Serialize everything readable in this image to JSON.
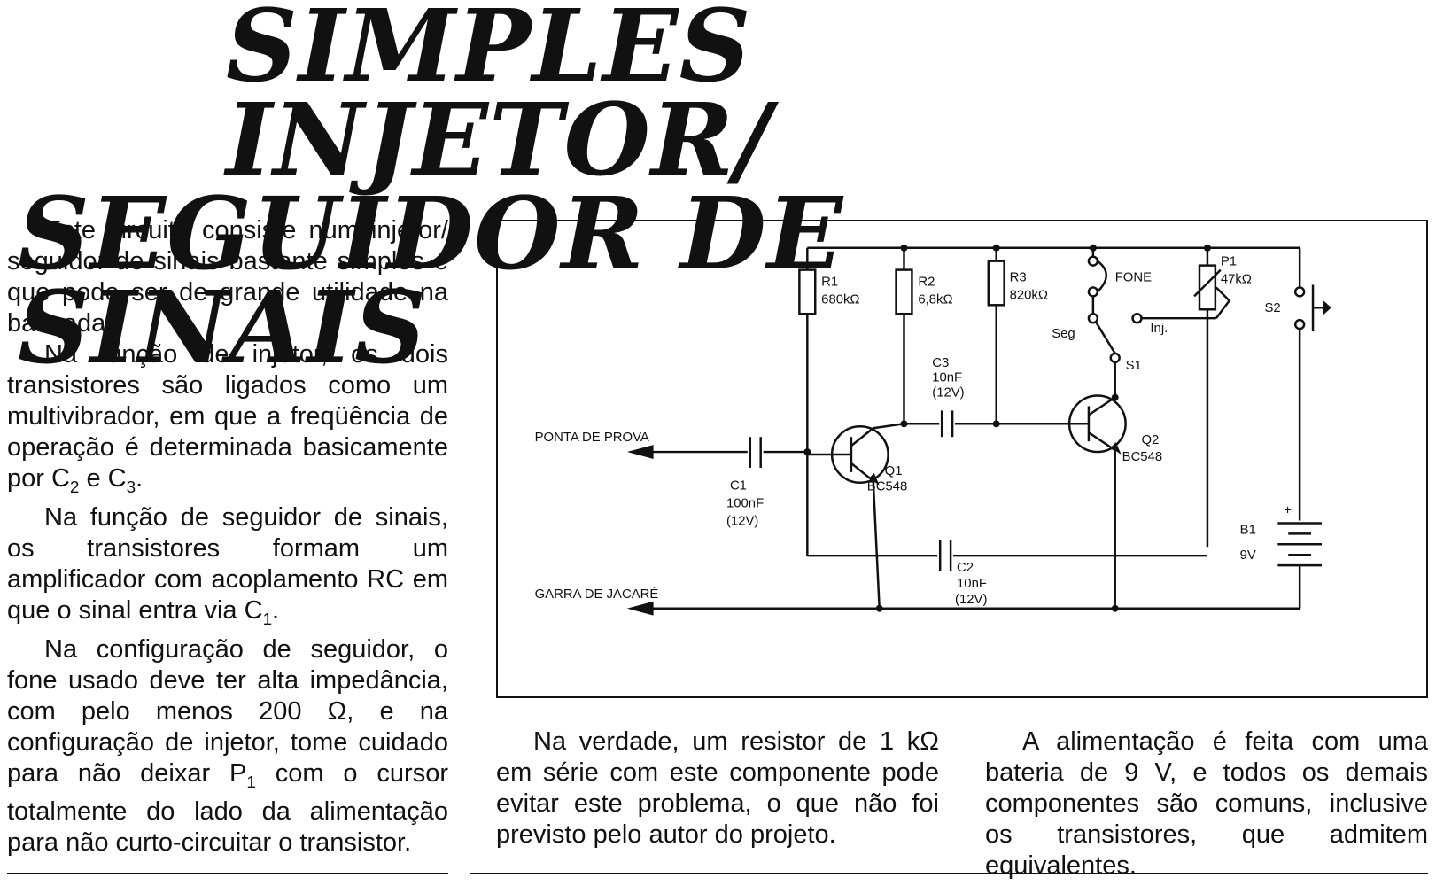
{
  "title": {
    "line1": "SIMPLES INJETOR/",
    "line2": "SEGUIDOR DE SINAIS"
  },
  "paragraphs": {
    "p1": "Este circuito consiste num injetor/ seguidor de sinais bastante simples e que pode ser de grande utilidade na bancada.",
    "p2_a": "Na função de injetor, os dois transistores são ligados como um multivibrador, em que a freqüência de operação é determinada basicamente por C",
    "p2_sub1": "2",
    "p2_b": " e C",
    "p2_sub2": "3",
    "p2_c": ".",
    "p3_a": "Na função de seguidor de sinais, os transistores formam um amplificador com acoplamento RC em que o sinal entra via C",
    "p3_sub": "1",
    "p3_b": ".",
    "p4_a": "Na configuração de seguidor, o fone usado deve ter alta impedância, com pelo menos 200 Ω, e na configuração de injetor, tome cuidado para não deixar P",
    "p4_sub": "1",
    "p4_b": " com o cursor totalmente do lado da alimentação para não curto-circuitar o transistor.",
    "p5": "Na verdade, um resistor de 1 kΩ em série com este componente pode evitar este problema, o que não foi previsto pelo autor do projeto.",
    "p6": "A alimentação é feita com uma bateria de 9 V, e todos os demais componentes são comuns, inclusive os transistores, que admitem equivalentes."
  },
  "schematic": {
    "r1_name": "R1",
    "r1_value": "680kΩ",
    "r2_name": "R2",
    "r2_value": "6,8kΩ",
    "r3_name": "R3",
    "r3_value": "820kΩ",
    "fone": "FONE",
    "p1_name": "P1",
    "p1_value": "47kΩ",
    "s2": "S2",
    "seg": "Seg",
    "inj": "Inj.",
    "s1": "S1",
    "c3_name": "C3",
    "c3_value": "10nF",
    "c3_voltage": "(12V)",
    "ponta": "PONTA DE PROVA",
    "q1_name": "Q1",
    "q1_type": "BC548",
    "q2_name": "Q2",
    "q2_type": "BC548",
    "c1_name": "C1",
    "c1_value": "100nF",
    "c1_voltage": "(12V)",
    "b1_name": "B1",
    "b1_value": "9V",
    "plus": "+",
    "c2_name": "C2",
    "c2_value": "10nF",
    "c2_voltage": "(12V)",
    "garra": "GARRA DE JACARÉ"
  }
}
